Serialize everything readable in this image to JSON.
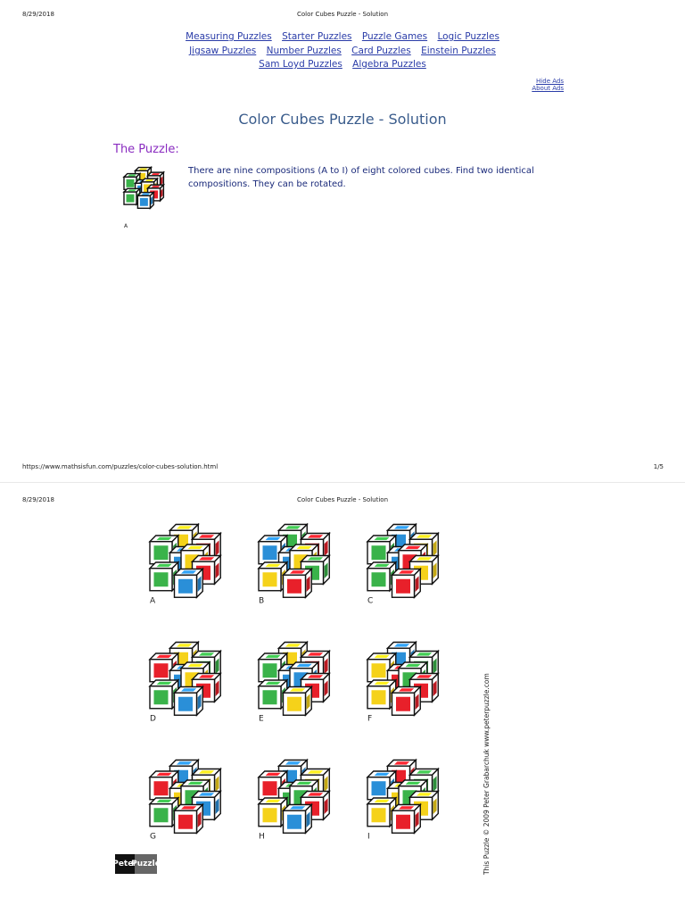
{
  "print_header": {
    "date": "8/29/2018",
    "title": "Color Cubes Puzzle - Solution",
    "url": "https://www.mathsisfun.com/puzzles/color-cubes-solution.html",
    "page_count": "1/5"
  },
  "nav": {
    "row1": [
      "Measuring Puzzles",
      "Starter Puzzles",
      "Puzzle Games",
      "Logic Puzzles"
    ],
    "row2": [
      "Jigsaw Puzzles",
      "Number Puzzles",
      "Card Puzzles",
      "Einstein Puzzles"
    ],
    "row3": [
      "Sam Loyd Puzzles",
      "Algebra Puzzles"
    ]
  },
  "ads": {
    "hide": "Hide Ads",
    "about": "About Ads"
  },
  "page_title": "Color Cubes Puzzle - Solution",
  "section_heading": "The Puzzle:",
  "puzzle_text": "There are nine compositions (A to I) of eight colored cubes. Find two identical compositions. They can be rotated.",
  "thumb_label": "A",
  "colors": {
    "red": "#e8202a",
    "green": "#3ab34a",
    "blue": "#2a8fd8",
    "yellow": "#f5d21a"
  },
  "compositions": [
    {
      "label": "A",
      "cubes": [
        "yellow",
        "red",
        "green",
        "blue",
        "yellow",
        "red",
        "green",
        "blue"
      ]
    },
    {
      "label": "B",
      "cubes": [
        "green",
        "red",
        "blue",
        "blue",
        "yellow",
        "green",
        "yellow",
        "red"
      ]
    },
    {
      "label": "C",
      "cubes": [
        "blue",
        "yellow",
        "green",
        "blue",
        "red",
        "yellow",
        "green",
        "red"
      ]
    },
    {
      "label": "D",
      "cubes": [
        "yellow",
        "green",
        "red",
        "blue",
        "yellow",
        "red",
        "green",
        "blue"
      ]
    },
    {
      "label": "E",
      "cubes": [
        "yellow",
        "red",
        "green",
        "blue",
        "blue",
        "red",
        "green",
        "yellow"
      ]
    },
    {
      "label": "F",
      "cubes": [
        "blue",
        "green",
        "yellow",
        "red",
        "green",
        "red",
        "yellow",
        "red"
      ]
    },
    {
      "label": "G",
      "cubes": [
        "blue",
        "yellow",
        "red",
        "yellow",
        "green",
        "blue",
        "green",
        "red"
      ]
    },
    {
      "label": "H",
      "cubes": [
        "blue",
        "yellow",
        "red",
        "green",
        "green",
        "red",
        "yellow",
        "blue"
      ]
    },
    {
      "label": "I",
      "cubes": [
        "red",
        "green",
        "blue",
        "yellow",
        "green",
        "yellow",
        "yellow",
        "red"
      ]
    }
  ],
  "copyright": "This Puzzle © 2009 Peter Grabarchuk  www.peterpuzzle.com",
  "logo": {
    "left": "Peter",
    "right": "Puzzle"
  }
}
